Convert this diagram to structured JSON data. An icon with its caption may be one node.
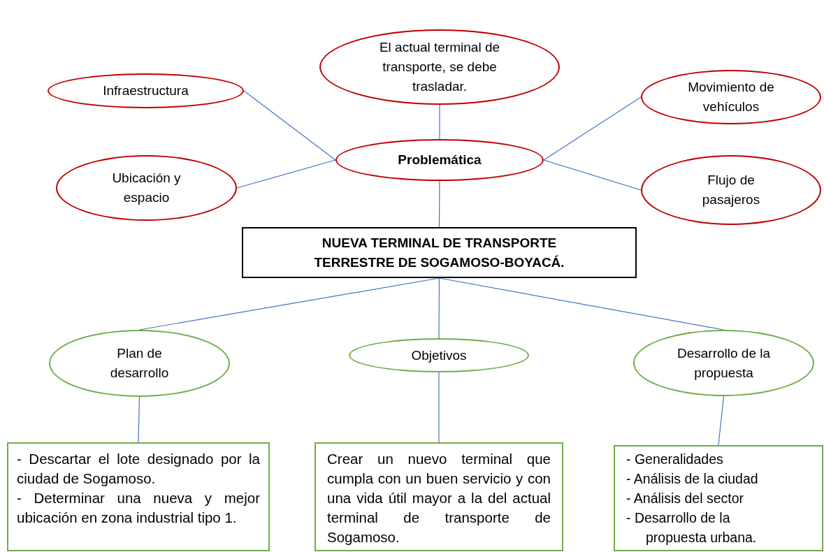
{
  "diagram": {
    "nodes": [
      {
        "text": [
          "El actual terminal de transporte, se debe trasladar."
        ]
      },
      {
        "text": [
          "Infraestructura"
        ]
      },
      {
        "text": [
          "Movimiento de vehículos"
        ]
      },
      {
        "text": [
          "Problemática"
        ]
      },
      {
        "text": [
          "Ubicación y espacio"
        ]
      },
      {
        "text": [
          "Flujo de pasajeros"
        ]
      },
      {
        "text": [
          "NUEVA TERMINAL DE TRANSPORTE TERRESTRE DE SOGAMOSO-BOYACÁ."
        ]
      },
      {
        "text": [
          "Plan de desarrollo"
        ]
      },
      {
        "text": [
          "Objetivos"
        ]
      },
      {
        "text": [
          "Desarrollo de la propuesta"
        ]
      },
      {
        "text": [
          "- Descartar el lote designado por la ciudad de Sogamoso.",
          "- Determinar una nueva y mejor ubicación en zona industrial tipo 1."
        ]
      },
      {
        "text": [
          "Crear un nuevo terminal que cumpla con un buen servicio y con una vida útil mayor a la del actual terminal de transporte de Sogamoso."
        ]
      },
      {
        "text": [
          "- Generalidades",
          "- Análisis de la ciudad",
          "- Análisis del sector",
          "- Desarrollo de la propuesta urbana."
        ]
      }
    ],
    "edges": [
      {
        "from": 3,
        "to": 0,
        "arrow": "none"
      },
      {
        "from": 3,
        "to": 1,
        "arrow": "none"
      },
      {
        "from": 3,
        "to": 2,
        "arrow": "none"
      },
      {
        "from": 3,
        "to": 4,
        "arrow": "none"
      },
      {
        "from": 3,
        "to": 5,
        "arrow": "none"
      },
      {
        "from": 3,
        "to": 6,
        "arrow": "none"
      },
      {
        "from": 6,
        "to": 7,
        "arrow": "none"
      },
      {
        "from": 6,
        "to": 8,
        "arrow": "none"
      },
      {
        "from": 6,
        "to": 9,
        "arrow": "none"
      },
      {
        "from": 7,
        "to": 10,
        "arrow": "none"
      },
      {
        "from": 8,
        "to": 11,
        "arrow": "none"
      },
      {
        "from": 9,
        "to": 12,
        "arrow": "none"
      }
    ]
  }
}
